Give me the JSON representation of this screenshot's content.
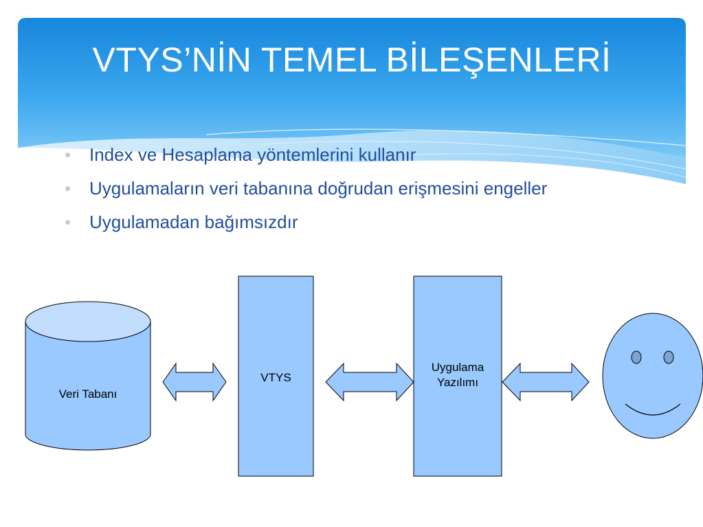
{
  "slide": {
    "title": "VTYS’NİN TEMEL BİLEŞENLERİ",
    "bullets": [
      "Index ve Hesaplama yöntemlerini kullanır",
      "Uygulamaların veri tabanına doğrudan erişmesini engeller",
      "Uygulamadan bağımsızdır"
    ]
  },
  "diagram": {
    "nodes": {
      "database": "Veri Tabanı",
      "dbms": "VTYS",
      "application_line1": "Uygulama",
      "application_line2": "Yazılımı"
    }
  },
  "colors": {
    "header_blue": "#1a8fe0",
    "shape_fill": "#99c9ff",
    "shape_top_fill": "#c3ddff",
    "bullet_text": "#1f4e9c"
  }
}
